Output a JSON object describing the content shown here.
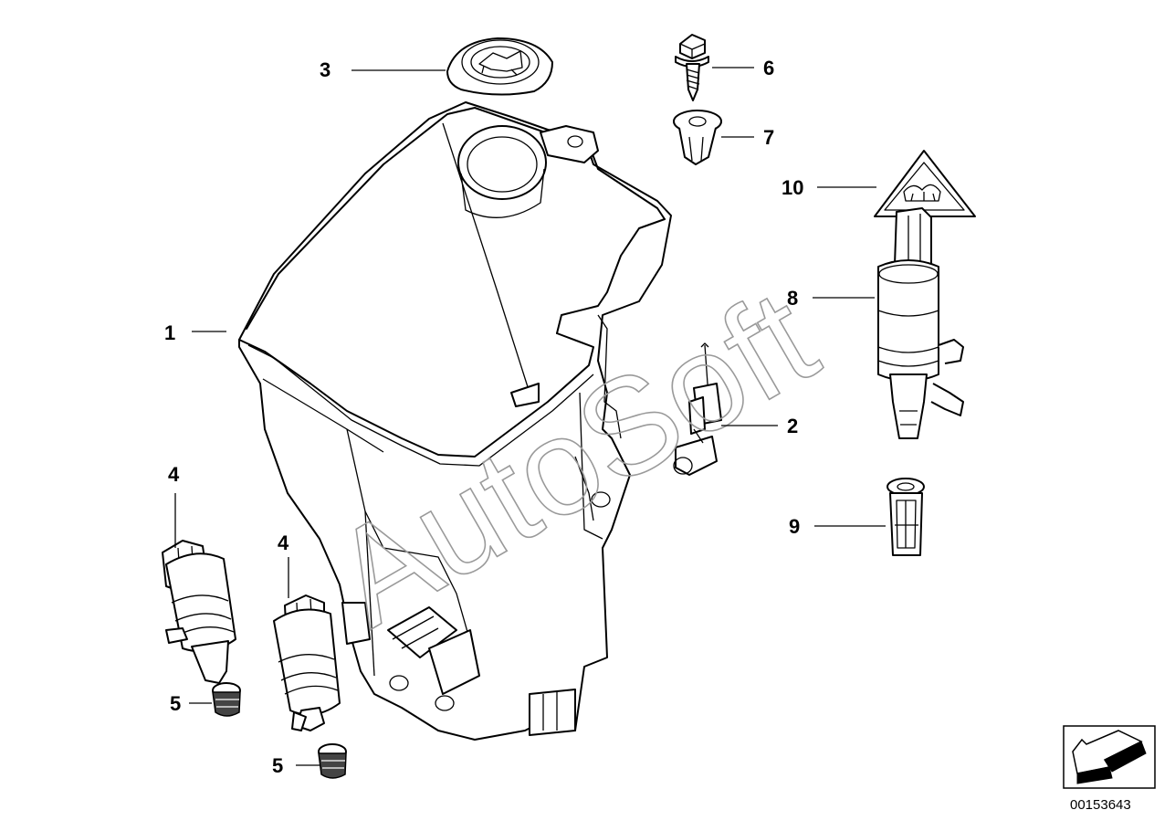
{
  "diagram": {
    "watermark": "AutoSoft",
    "diagram_number": "00153643",
    "callouts": [
      {
        "id": "c1",
        "label": "1"
      },
      {
        "id": "c2",
        "label": "2"
      },
      {
        "id": "c3",
        "label": "3"
      },
      {
        "id": "c4a",
        "label": "4"
      },
      {
        "id": "c4b",
        "label": "4"
      },
      {
        "id": "c5a",
        "label": "5"
      },
      {
        "id": "c5b",
        "label": "5"
      },
      {
        "id": "c6",
        "label": "6"
      },
      {
        "id": "c7",
        "label": "7"
      },
      {
        "id": "c8",
        "label": "8"
      },
      {
        "id": "c9",
        "label": "9"
      },
      {
        "id": "c10",
        "label": "10"
      }
    ]
  }
}
